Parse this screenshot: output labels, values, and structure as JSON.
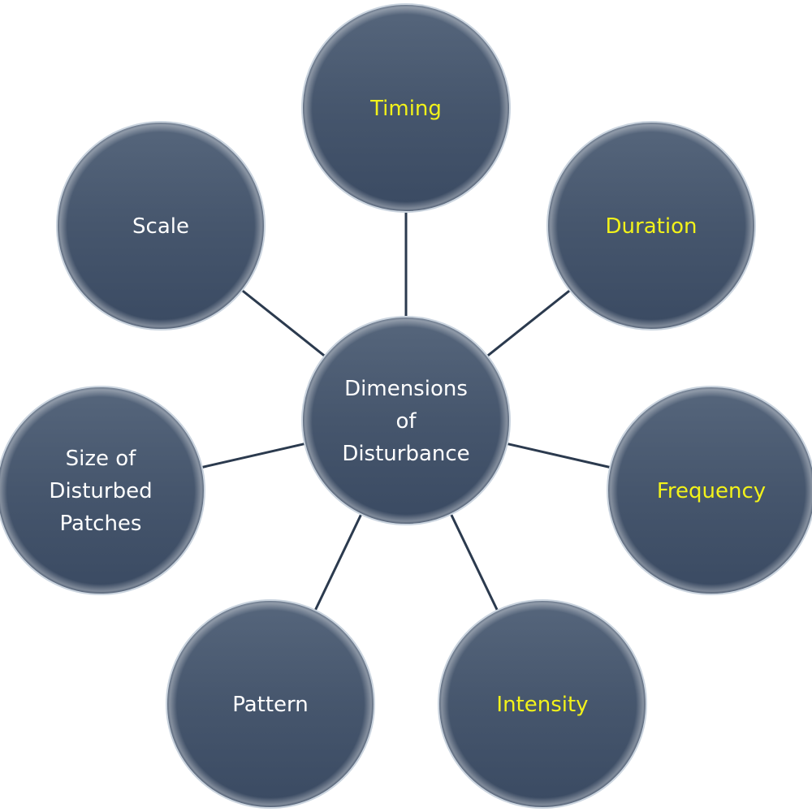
{
  "diagram": {
    "center": {
      "lines": [
        "Dimensions",
        "of",
        "Disturbance"
      ]
    },
    "nodes": [
      {
        "lines": [
          "Timing"
        ],
        "text_color": "#f2f21a"
      },
      {
        "lines": [
          "Duration"
        ],
        "text_color": "#f2f21a"
      },
      {
        "lines": [
          "Frequency"
        ],
        "text_color": "#f2f21a"
      },
      {
        "lines": [
          "Intensity"
        ],
        "text_color": "#f2f21a"
      },
      {
        "lines": [
          "Pattern"
        ],
        "text_color": "#ffffff"
      },
      {
        "lines": [
          "Size of",
          "Disturbed",
          "Patches"
        ],
        "text_color": "#ffffff"
      },
      {
        "lines": [
          "Scale"
        ],
        "text_color": "#ffffff"
      }
    ],
    "colors": {
      "circle_fill": "#46566d",
      "connector": "#2b3a4e"
    }
  }
}
